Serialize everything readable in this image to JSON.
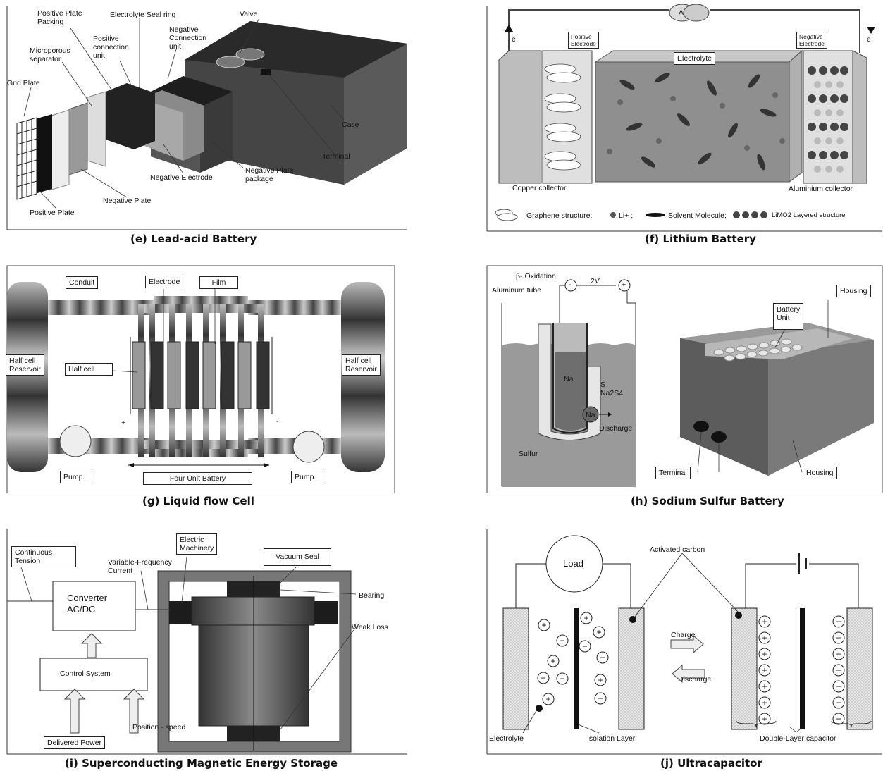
{
  "panels": {
    "e": {
      "caption": "(e) Lead-acid Battery",
      "labels": {
        "positive_plate_packing": "Positive Plate\nPacking",
        "electrolyte_seal_ring": "Electrolyte Seal ring",
        "valve": "Valve",
        "positive_connection_unit": "Positive\nconnection\nunit",
        "negative_connection_unit": "Negative\nConnection\nunit",
        "microporous_separator": "Microporous\nseparator",
        "grid_plate": "Grid Plate",
        "case": "Case",
        "terminal": "Terminal",
        "negative_electrode": "Negative Electrode",
        "negative_plate_package": "Negative Plate\npackage",
        "negative_plate": "Negative Plate",
        "positive_plate": "Positive Plate"
      }
    },
    "f": {
      "caption": "(f) Lithium Battery",
      "labels": {
        "ammeter": "A",
        "positive_electrode": "Positive\nElectrode",
        "negative_electrode": "Negative\nElectrode",
        "electrolyte": "Electrolyte",
        "copper_collector": "Copper collector",
        "aluminium_collector": "Aluminium collector",
        "e_left": "e",
        "e_right": "e",
        "legend_graphene": "Graphene structure;",
        "legend_li": "Li+ ;",
        "legend_solvent": "Solvent Molecule;",
        "legend_limo2": "LiMO2 Layered structure"
      }
    },
    "g": {
      "caption": "(g) Liquid flow Cell",
      "labels": {
        "conduit": "Conduit",
        "electrode": "Electrode",
        "film": "Film",
        "half_cell_reservoir_left": "Half cell\nReservoir",
        "half_cell_reservoir_right": "Half cell\nReservoir",
        "half_cell": "Half cell",
        "plus": "+",
        "minus": "-",
        "pump_left": "Pump",
        "pump_right": "Pump",
        "four_unit_battery": "Four Unit Battery"
      }
    },
    "h": {
      "caption": "(h) Sodium Sulfur Battery",
      "labels": {
        "beta_oxidation": "β- Oxidation",
        "aluminum_tube": "Aluminum tube",
        "voltage": "2V",
        "minus": "-",
        "plus": "+",
        "na": "Na",
        "s_na2s4": "S\nNa2S4",
        "na_ion": "Na",
        "discharge": "Discharge",
        "sulfur": "Sulfur",
        "housing_top": "Housing",
        "battery_unit": "Battery\nUnit",
        "terminal": "Terminal",
        "housing_bottom": "Housing"
      }
    },
    "i": {
      "caption": "(i) Superconducting Magnetic Energy Storage",
      "labels": {
        "continuous_tension": "Continuous\nTension",
        "electric_machinery": "Electric\nMachinery",
        "variable_frequency_current": "Variable-Frequency\nCurrent",
        "vacuum_seal": "Vacuum Seal",
        "converter": "Converter\nAC/DC",
        "bearing": "Bearing",
        "weak_loss": "Weak Loss",
        "control_system": "Control System",
        "position_speed": "Position - speed",
        "delivered_power": "Delivered Power"
      }
    },
    "j": {
      "caption": "(j) Ultracapacitor",
      "labels": {
        "load": "Load",
        "activated_carbon": "Activated carbon",
        "charge": "Charge",
        "discharge": "Discharge",
        "electrolyte": "Electrolyte",
        "isolation_layer": "Isolation Layer",
        "double_layer_capacitor": "Double-Layer capacitor"
      }
    }
  },
  "colors": {
    "dark": "#2a2a2a",
    "mid": "#7a7a7a",
    "light": "#c8c8c8",
    "stipple": "#dcdcdc"
  }
}
